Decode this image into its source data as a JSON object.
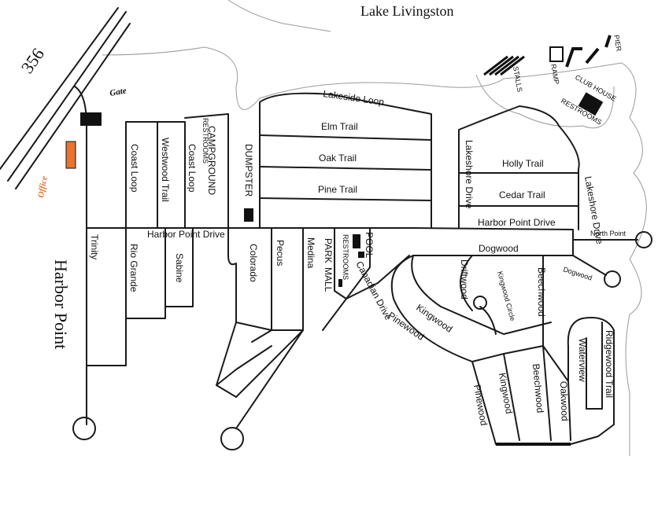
{
  "map": {
    "lake": "Lake Livingston",
    "highway": "356",
    "gate": "Gate",
    "office": "Office",
    "area_title": "Harbor Point",
    "office_color": "#e8742f",
    "building_color": "#111111"
  },
  "streets": {
    "lakeside_loop": "Lakeside Loop",
    "elm_trail": "Elm Trail",
    "oak_trail": "Oak Trail",
    "pine_trail": "Pine Trail",
    "holly_trail": "Holly Trail",
    "cedar_trail": "Cedar Trail",
    "harbor_point_drive_east": "Harbor Point Drive",
    "harbor_point_drive_west": "Harbor Point Drive",
    "lakeshore_drive_west": "Lakeshore Drive",
    "lakeshore_drive_east": "Lakeshore Drive",
    "north_point": "North Point",
    "dogwood": "Dogwood",
    "dogwood_end": "Dogwood",
    "coast_loop_west": "Coast Loop",
    "westwood_trail": "Westwood Trail",
    "coast_loop_east": "Coast Loop",
    "trinity": "Trinity",
    "rio_grande": "Rio Grande",
    "sabine": "Sabine",
    "colorado": "Colorado",
    "pecos": "Pecus",
    "medina": "Medina",
    "park_mall": "PARK\nMALL",
    "canadian_drive": "Canadian Drive",
    "driftwood": "Driftwood",
    "kingwood_circle": "Kingwood Circle",
    "kingwood": "Kingwood",
    "kingwood_south": "Kingwood",
    "pinewood": "Pinewood",
    "pinewood_south": "Pinewood",
    "beechwood": "Beechwood",
    "beechwood_south": "Beechwood",
    "oakwood": "Oakwood",
    "waterview": "Waterview",
    "ridgewood_trail": "Ridgewood Trail"
  },
  "places": {
    "campground": "CAMPGROUND",
    "campground_restrooms": "RESTROOMS",
    "dumpster": "DUMPSTER",
    "pool": "POOL",
    "pool_restrooms": "RESTROOMS",
    "stalls": "STALLS",
    "ramp": "RAMP",
    "pier": "PIER",
    "club_house": "CLUB HOUSE",
    "club_restrooms": "RESTROOMS"
  }
}
